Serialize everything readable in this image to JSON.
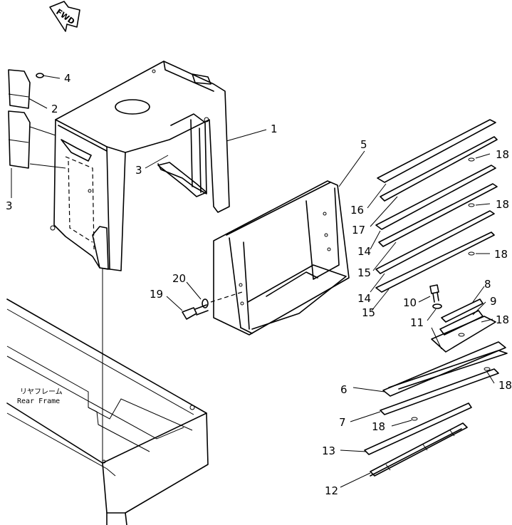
{
  "orientation": {
    "fwd_label": "FWD",
    "icon": "arrow-icon"
  },
  "annotation": {
    "jp": "リヤフレーム",
    "en": "Rear Frame"
  },
  "callouts": [
    "1",
    "2",
    "3",
    "3",
    "4",
    "5",
    "6",
    "7",
    "8",
    "9",
    "10",
    "11",
    "12",
    "13",
    "14",
    "14",
    "15",
    "15",
    "16",
    "17",
    "18",
    "18",
    "18",
    "18",
    "18",
    "18",
    "19",
    "20"
  ]
}
